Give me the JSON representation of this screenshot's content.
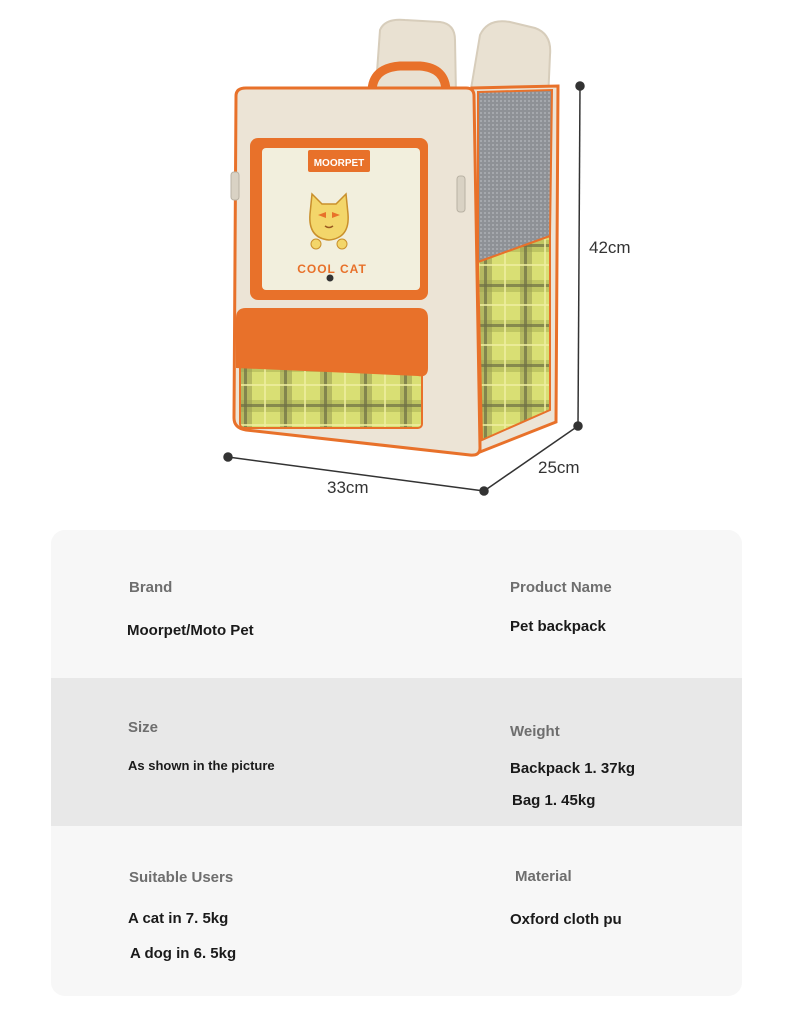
{
  "product": {
    "brand_badge": "MOORPET",
    "panel_text": "COOL CAT"
  },
  "dimensions": {
    "height": "42cm",
    "width": "33cm",
    "depth": "25cm"
  },
  "specs": {
    "brand": {
      "label": "Brand",
      "value": "Moorpet/Moto Pet"
    },
    "product_name": {
      "label": "Product Name",
      "value": "Pet backpack"
    },
    "size": {
      "label": "Size",
      "value": "As shown in the picture"
    },
    "weight": {
      "label": "Weight",
      "values": [
        "Backpack 1. 37kg",
        "Bag 1. 45kg"
      ]
    },
    "suitable_users": {
      "label": "Suitable Users",
      "values": [
        "A cat in 7. 5kg",
        "A dog in 6. 5kg"
      ]
    },
    "material": {
      "label": "Material",
      "value": "Oxford cloth pu"
    }
  },
  "colors": {
    "bag_body": "#ece4d6",
    "accent_orange": "#e8712a",
    "plaid_yellow": "#d8de72",
    "plaid_dark": "#7c7f4c",
    "mesh": "#8d9095"
  }
}
